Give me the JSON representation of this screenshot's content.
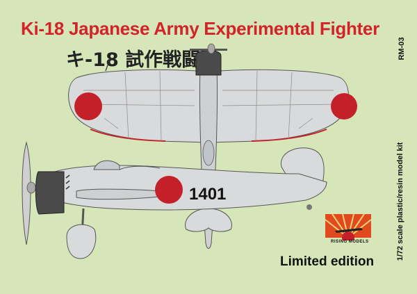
{
  "card": {
    "title": "Ki-18 Japanese Army Experimental Fighter",
    "subtitle": "キ-18 試作戦闘機",
    "product_code": "RM-03",
    "scale_note": "1/72 scale plastic/resin  model kit",
    "edition": "Limited edition",
    "fuselage_number": "1401",
    "brand": "RISING MODELS"
  },
  "colors": {
    "background": "#d6e6b8",
    "title": "#d2232a",
    "aircraft": "#d9dadb",
    "hinomaru": "#c4202a",
    "cowling": "#4a4a4a"
  }
}
